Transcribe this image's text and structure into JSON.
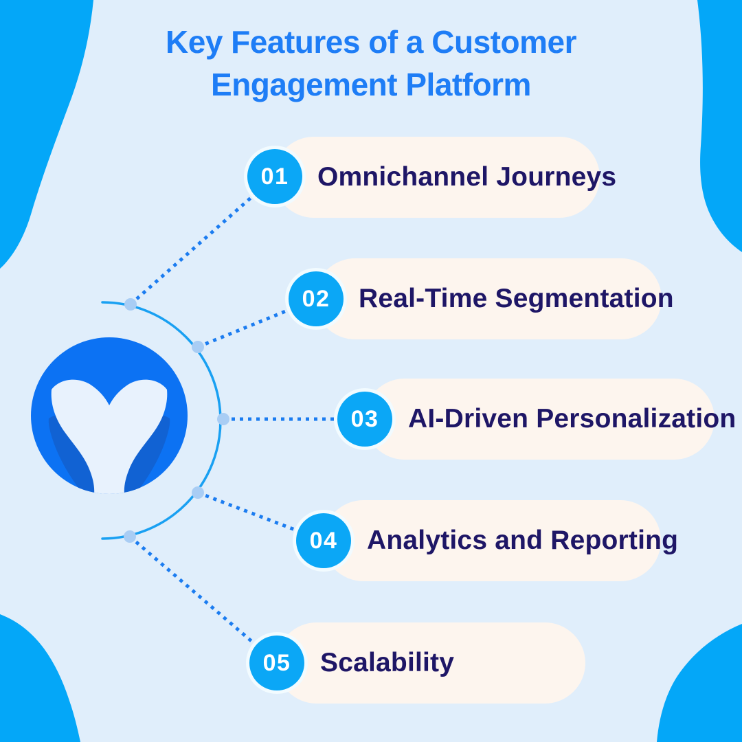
{
  "title": {
    "line1": "Key Features of a Customer",
    "line2": "Engagement Platform"
  },
  "items": [
    {
      "number": "01",
      "label": "Omnichannel Journeys"
    },
    {
      "number": "02",
      "label": "Real-Time Segmentation"
    },
    {
      "number": "03",
      "label": "AI-Driven Personalization"
    },
    {
      "number": "04",
      "label": "Analytics and Reporting"
    },
    {
      "number": "05",
      "label": "Scalability"
    }
  ],
  "logo": {
    "icon": "whale-tail-icon"
  },
  "colors": {
    "background": "#e0eefb",
    "corner_blob": "#04a7f8",
    "title_text": "#1e7df6",
    "pill_background": "#fdf5ee",
    "item_label": "#1e1666",
    "number_circle": "#0ba7f6",
    "number_text": "#ffffff",
    "connector_arc": "#19a0f2",
    "dotted_line": "#1b7cf0",
    "connector_node": "#a9cdf4",
    "logo_circle": "#0c72f3",
    "logo_fins": "#1162d3",
    "logo_tail": "#e8f2fd"
  }
}
